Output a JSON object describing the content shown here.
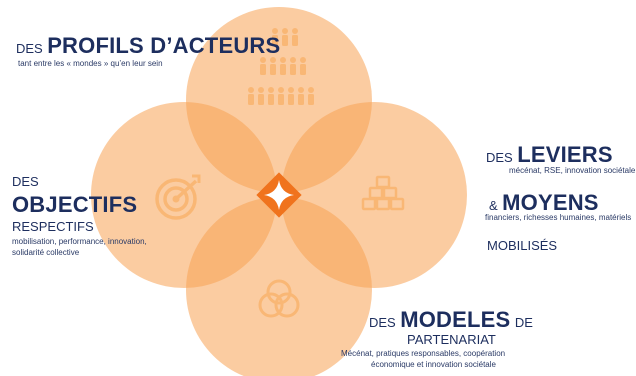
{
  "colors": {
    "petal": "#f7a253",
    "petal_opacity": 0.55,
    "icon": "#f9b775",
    "center": "#f0731d",
    "text": "#1d2e5e"
  },
  "center_icon": "star-icon",
  "top": {
    "prefix": "DES",
    "title": "PROFILS D’ACTEURS",
    "subtitle": "tant entre les « mondes » qu’en leur sein",
    "icon": "people-group-icon"
  },
  "left": {
    "prefix": "DES",
    "title": "OBJECTIFS",
    "suffix": "RESPECTIFS",
    "detail_line1": "mobilisation, performance, innovation,",
    "detail_line2": "solidarité collective",
    "icon": "target-icon"
  },
  "right": {
    "prefix": "DES",
    "title": "LEVIERS",
    "detail": "mécénat, RSE, innovation sociétale",
    "connector": "&",
    "title2": "MOYENS",
    "detail2": "financiers, richesses humaines, matériels",
    "suffix": "MOBILISÉS",
    "icon": "stacked-blocks-icon"
  },
  "bottom": {
    "prefix": "DES",
    "title": "MODELES",
    "suffix_word": "DE",
    "line2": "PARTENARIAT",
    "detail_line1": "Mécénat, pratiques responsables, coopération",
    "detail_line2": "économique et innovation sociétale",
    "icon": "overlapping-circles-icon"
  }
}
